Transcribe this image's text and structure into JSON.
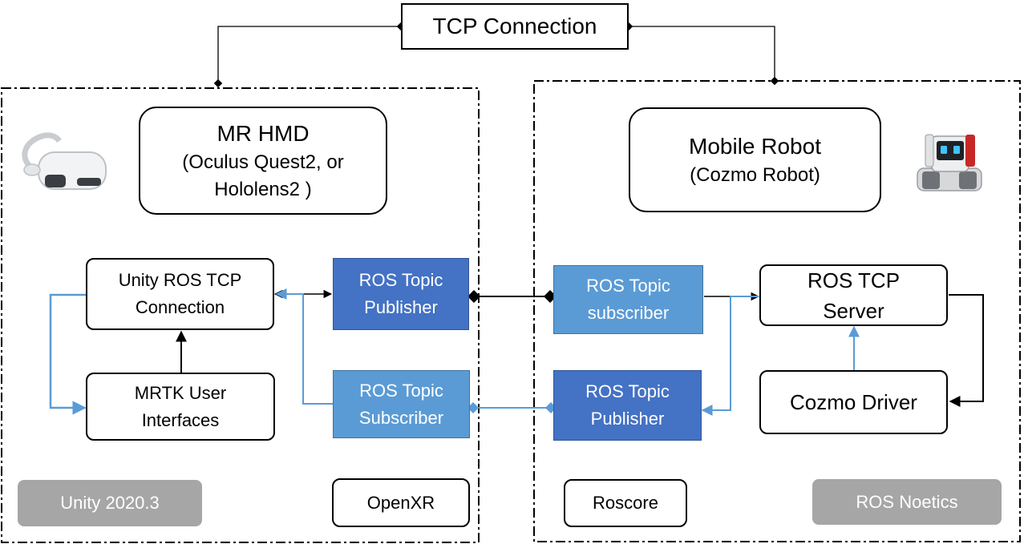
{
  "tcp_connection": {
    "label": "TCP Connection"
  },
  "mr_hmd": {
    "title": "MR HMD",
    "subtitle_line1": "(Oculus Quest2, or",
    "subtitle_line2": "Hololens2 )"
  },
  "unity_ros_tcp": {
    "line1": "Unity ROS TCP",
    "line2": "Connection"
  },
  "mrtk_ui": {
    "line1": "MRTK User",
    "line2": "Interfaces"
  },
  "left_publisher": {
    "line1": "ROS Topic",
    "line2": "Publisher"
  },
  "left_subscriber": {
    "line1": "ROS Topic",
    "line2": "Subscriber"
  },
  "unity_version": {
    "label": "Unity 2020.3"
  },
  "openxr": {
    "label": "OpenXR"
  },
  "mobile_robot": {
    "title": "Mobile Robot",
    "subtitle": "(Cozmo Robot)"
  },
  "right_subscriber": {
    "line1": "ROS Topic",
    "line2": "subscriber"
  },
  "right_publisher": {
    "line1": "ROS Topic",
    "line2": "Publisher"
  },
  "ros_tcp_server": {
    "line1": "ROS TCP",
    "line2": "Server"
  },
  "cozmo_driver": {
    "label": "Cozmo Driver"
  },
  "roscore": {
    "label": "Roscore"
  },
  "ros_noetics": {
    "label": "ROS Noetics"
  },
  "colors": {
    "dark_blue": "#4472c4",
    "light_blue": "#5b9bd5",
    "gray": "#a6a6a6",
    "connector_blue": "#5b9bd5"
  },
  "icons": {
    "headset": "vr-headset-icon",
    "robot": "cozmo-robot-icon"
  }
}
